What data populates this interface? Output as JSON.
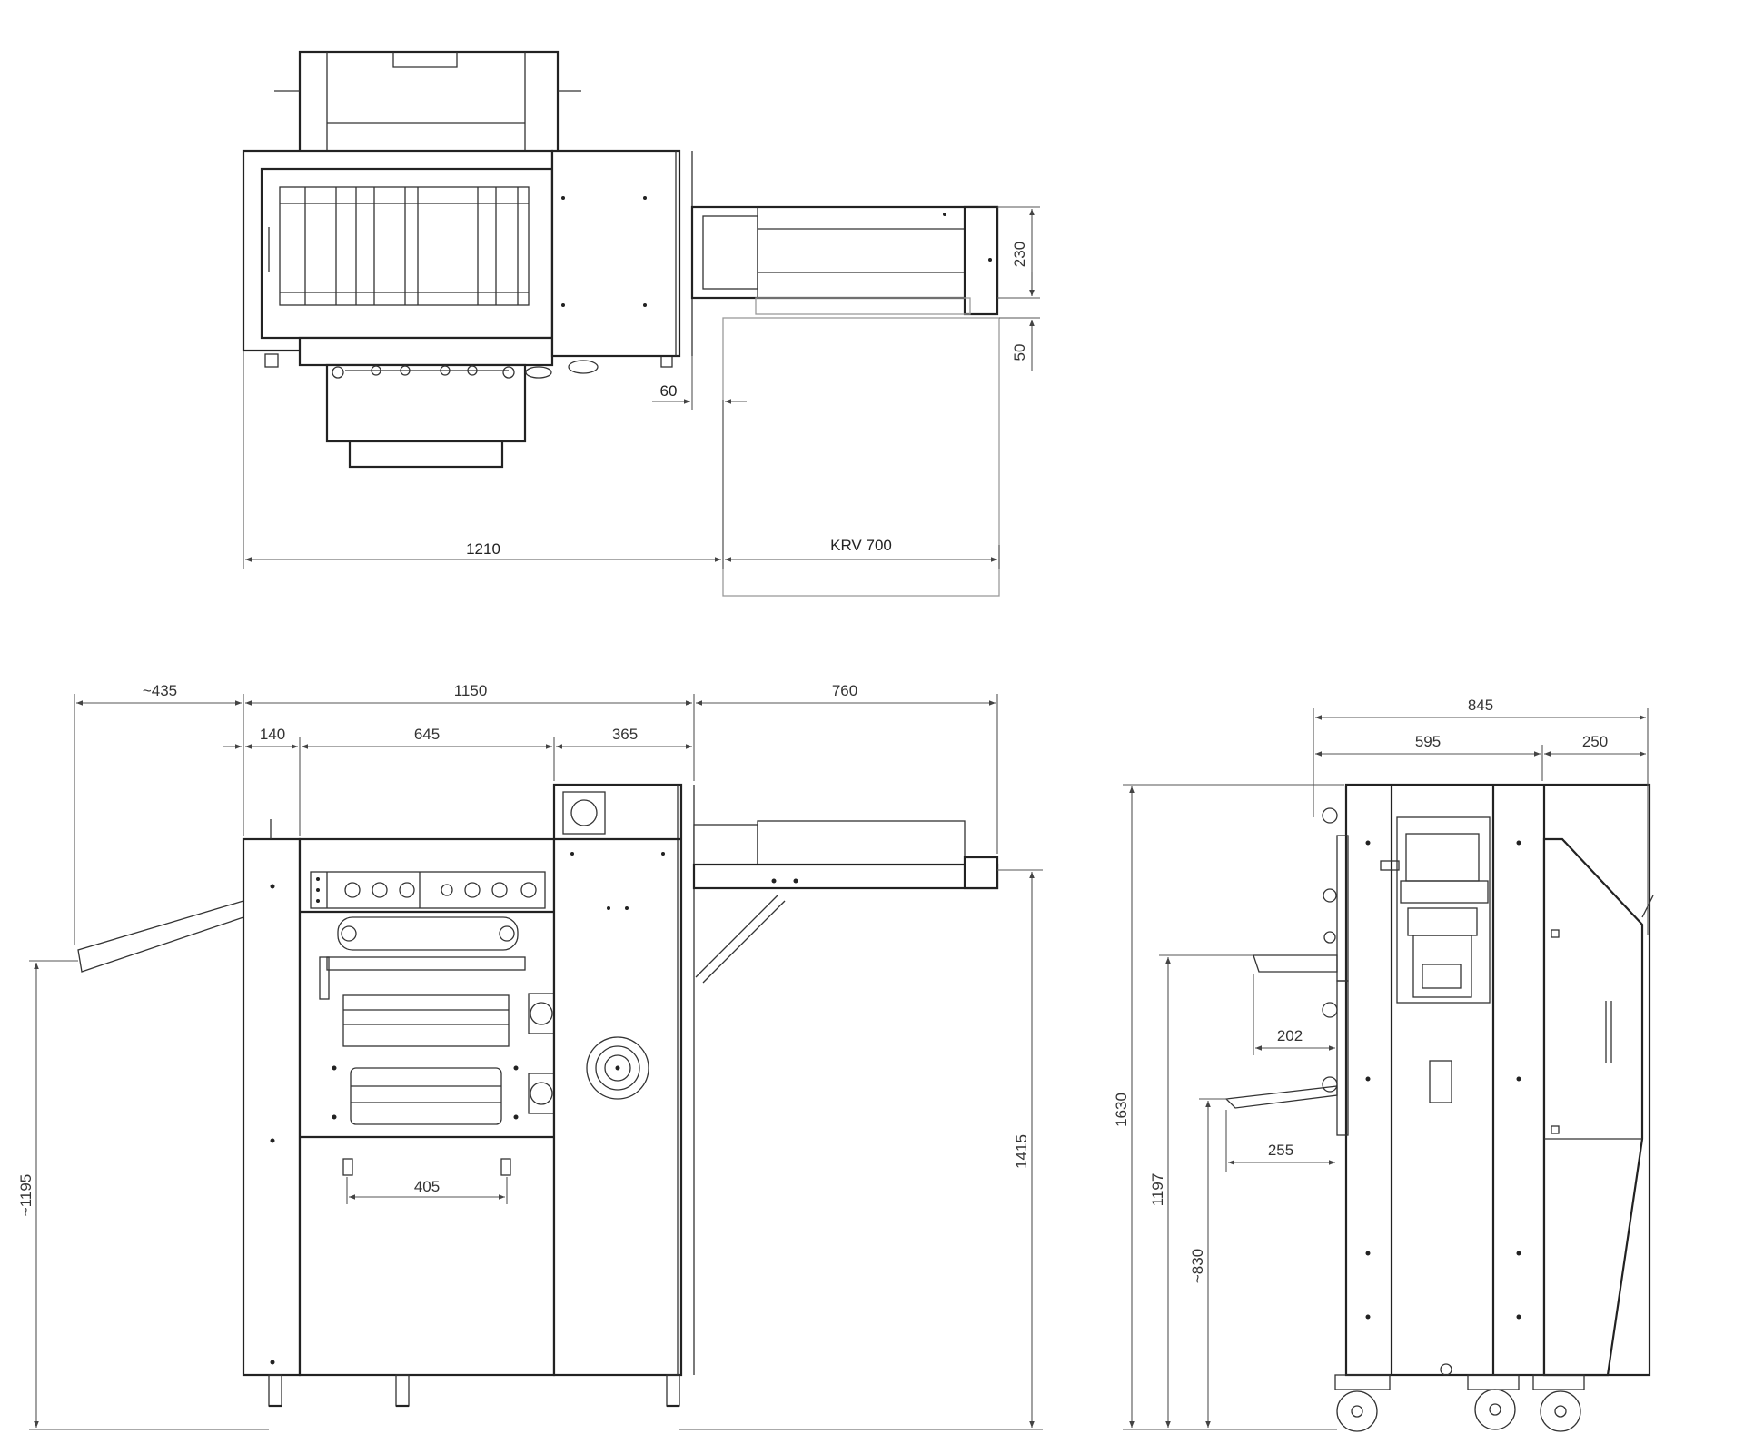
{
  "top_view": {
    "dims": {
      "d230": "230",
      "d50": "50",
      "d60": "60",
      "d1210": "1210",
      "krv": "KRV 700"
    }
  },
  "front_view": {
    "dims": {
      "d435": "~435",
      "d1150": "1150",
      "d760": "760",
      "d140": "140",
      "d645": "645",
      "d365": "365",
      "d405": "405",
      "d1195": "~1195",
      "d1415": "1415"
    }
  },
  "side_view": {
    "dims": {
      "d845": "845",
      "d595": "595",
      "d250": "250",
      "d202": "202",
      "d255": "255",
      "d1630": "1630",
      "d1197": "1197",
      "d830": "~830"
    }
  }
}
